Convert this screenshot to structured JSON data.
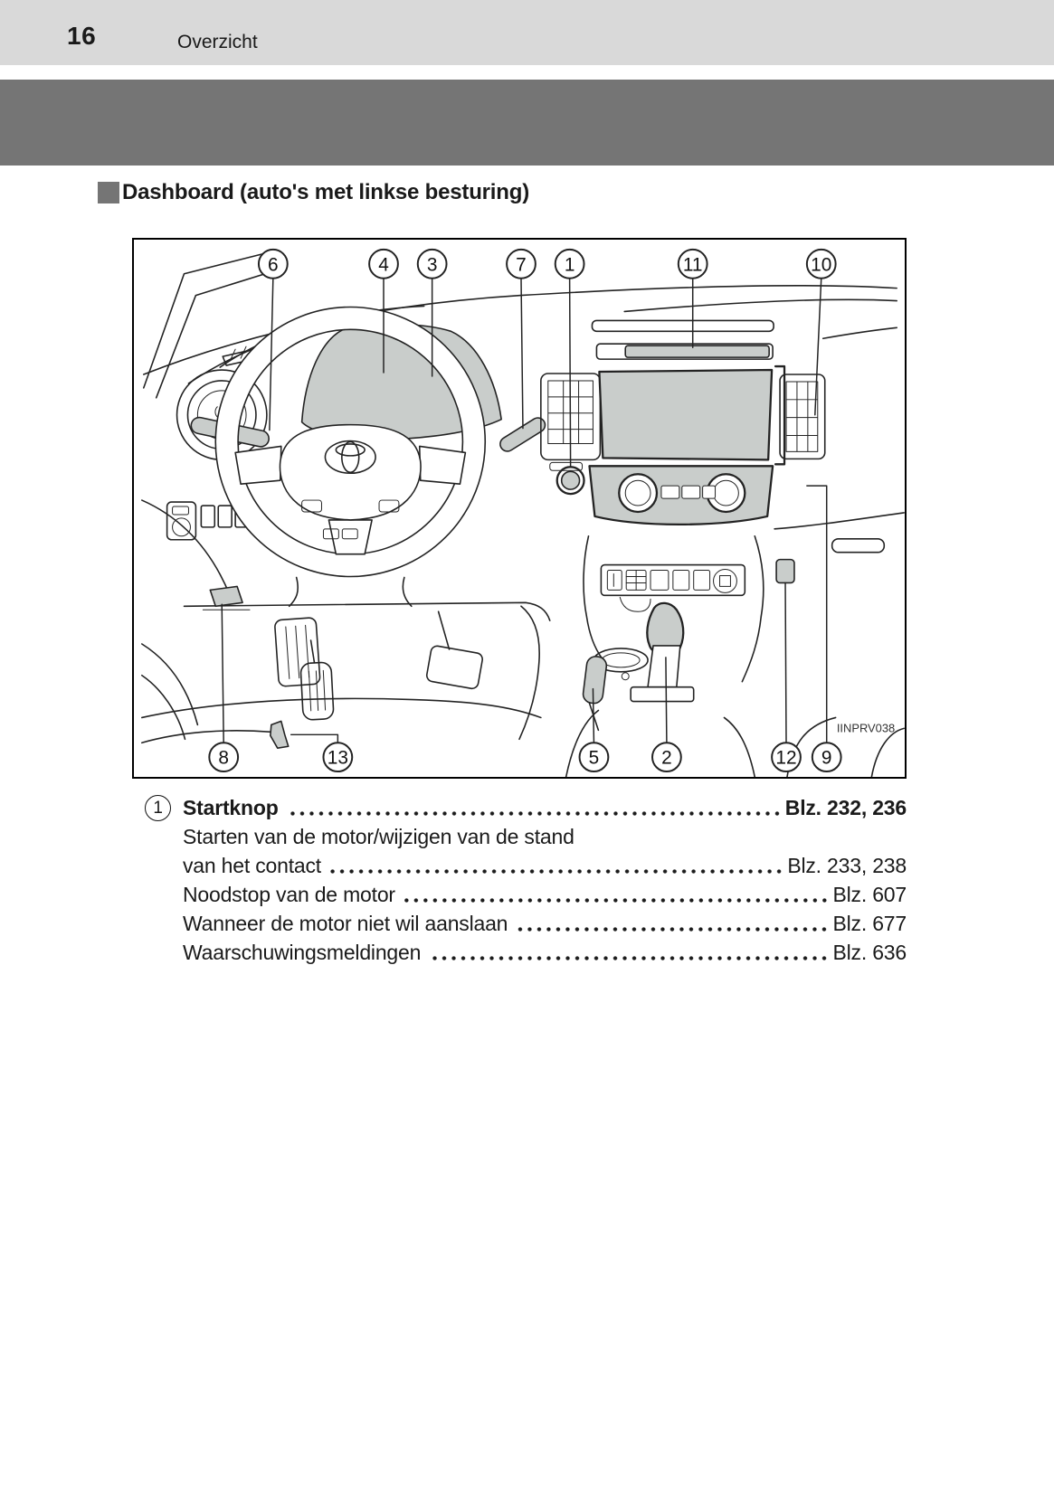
{
  "page": {
    "number": "16",
    "chapter": "Overzicht"
  },
  "section": {
    "title": "Dashboard (auto's met linkse besturing)"
  },
  "figure": {
    "image_code": "IINPRV038",
    "callouts_top": [
      "6",
      "4",
      "3",
      "7",
      "1",
      "11",
      "10"
    ],
    "callouts_bottom": [
      "8",
      "13",
      "5",
      "2",
      "12",
      "9"
    ]
  },
  "index": {
    "entries": [
      {
        "kind": "main",
        "num": "1",
        "label": "Startknop",
        "ref": "Blz. 232, 236"
      },
      {
        "kind": "sub",
        "label": "Starten van de motor/wijzigen van de stand",
        "ref": ""
      },
      {
        "kind": "sub",
        "label": "van het contact",
        "ref": "Blz. 233, 238"
      },
      {
        "kind": "sub",
        "label": "Noodstop van de motor",
        "ref": "Blz. 607"
      },
      {
        "kind": "sub",
        "label": "Wanneer de motor niet wil aanslaan",
        "ref": "Blz. 677"
      },
      {
        "kind": "sub",
        "label": "Waarschuwingsmeldingen",
        "ref": "Blz. 636"
      }
    ]
  },
  "colors": {
    "header_bar": "#d9d9d9",
    "banner": "#757575",
    "figure_fill": "#c9cdcb"
  }
}
